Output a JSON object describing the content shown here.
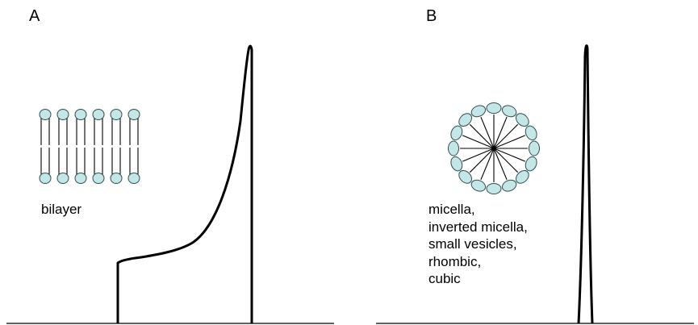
{
  "panel_a": {
    "label": "A",
    "caption": "bilayer"
  },
  "panel_b": {
    "label": "B",
    "caption_lines": [
      "micella,",
      "inverted micella,",
      "small vesicles,",
      "rhombic,",
      "cubic"
    ]
  },
  "colors": {
    "headgroup_fill": "#c4e6e6",
    "headgroup_stroke": "#2f4f4f",
    "line": "#000000"
  },
  "icons": [
    "lipid-bilayer-icon",
    "micelle-icon"
  ]
}
